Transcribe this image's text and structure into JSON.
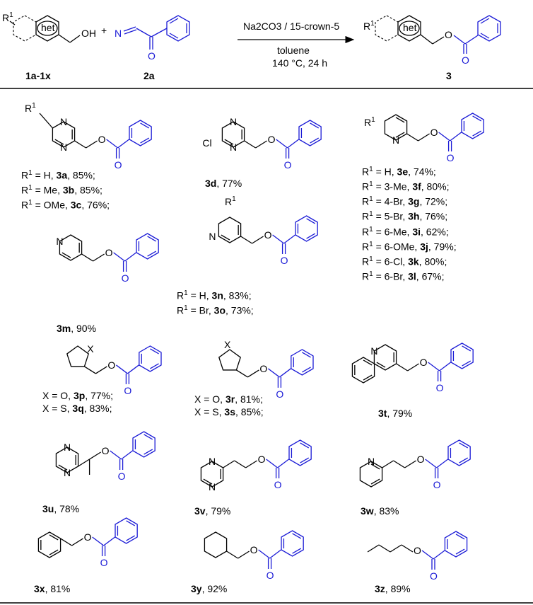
{
  "header": {
    "reagents": "Na2CO3 / 15-crown-5",
    "solvent": "toluene",
    "conditions": "140 °C, 24 h",
    "sm1_label": "1a-1x",
    "sm2_label": "2a",
    "product_label": "3",
    "het": "het",
    "r1": "R",
    "r1_sup": "1"
  },
  "entries": [
    {
      "id": "3a-3c",
      "lines": [
        {
          "r": "R",
          "sup": "1",
          "rest": " = H, ",
          "cmpd": "3a",
          "yield": ", 85%;"
        },
        {
          "r": "R",
          "sup": "1",
          "rest": " = Me, ",
          "cmpd": "3b",
          "yield": ", 85%;"
        },
        {
          "r": "R",
          "sup": "1",
          "rest": " = OMe, ",
          "cmpd": "3c",
          "yield": ", 76%;"
        }
      ]
    },
    {
      "id": "3d",
      "lines": [
        {
          "cmpd": "3d",
          "yield": ", 77%"
        }
      ]
    },
    {
      "id": "3e-3l",
      "lines": [
        {
          "r": "R",
          "sup": "1",
          "rest": " = H, ",
          "cmpd": "3e",
          "yield": ", 74%;"
        },
        {
          "r": "R",
          "sup": "1",
          "rest": " = 3-Me, ",
          "cmpd": "3f",
          "yield": ", 80%;"
        },
        {
          "r": "R",
          "sup": "1",
          "rest": " = 4-Br, ",
          "cmpd": "3g",
          "yield": ", 72%;"
        },
        {
          "r": "R",
          "sup": "1",
          "rest": " = 5-Br, ",
          "cmpd": "3h",
          "yield": ", 76%;"
        },
        {
          "r": "R",
          "sup": "1",
          "rest": " = 6-Me, ",
          "cmpd": "3i",
          "yield": ", 62%;"
        },
        {
          "r": "R",
          "sup": "1",
          "rest": " = 6-OMe, ",
          "cmpd": "3j",
          "yield": ", 79%;"
        },
        {
          "r": "R",
          "sup": "1",
          "rest": " = 6-Cl, ",
          "cmpd": "3k",
          "yield": ", 80%;"
        },
        {
          "r": "R",
          "sup": "1",
          "rest": " = 6-Br, ",
          "cmpd": "3l",
          "yield": ", 67%;"
        }
      ]
    },
    {
      "id": "3m",
      "lines": [
        {
          "cmpd": "3m",
          "yield": ", 90%"
        }
      ]
    },
    {
      "id": "3n-3o",
      "lines": [
        {
          "r": "R",
          "sup": "1",
          "rest": " = H, ",
          "cmpd": "3n",
          "yield": ", 83%;"
        },
        {
          "r": "R",
          "sup": "1",
          "rest": " = Br, ",
          "cmpd": "3o",
          "yield": ", 73%;"
        }
      ]
    },
    {
      "id": "3p-3q",
      "lines": [
        {
          "rest": "X = O, ",
          "cmpd": "3p",
          "yield": ", 77%;"
        },
        {
          "rest": "X = S, ",
          "cmpd": "3q",
          "yield": ", 83%;"
        }
      ]
    },
    {
      "id": "3r-3s",
      "lines": [
        {
          "rest": "X = O, ",
          "cmpd": "3r",
          "yield": ", 81%;"
        },
        {
          "rest": "X = S, ",
          "cmpd": "3s",
          "yield": ", 85%;"
        }
      ]
    },
    {
      "id": "3t",
      "lines": [
        {
          "cmpd": "3t",
          "yield": ", 79%"
        }
      ]
    },
    {
      "id": "3u",
      "lines": [
        {
          "cmpd": "3u",
          "yield": ", 78%"
        }
      ]
    },
    {
      "id": "3v",
      "lines": [
        {
          "cmpd": "3v",
          "yield": ", 79%"
        }
      ]
    },
    {
      "id": "3w",
      "lines": [
        {
          "cmpd": "3w",
          "yield": ", 83%"
        }
      ]
    },
    {
      "id": "3x",
      "lines": [
        {
          "cmpd": "3x",
          "yield": ", 81%"
        }
      ]
    },
    {
      "id": "3y",
      "lines": [
        {
          "cmpd": "3y",
          "yield": ", 92%"
        }
      ]
    },
    {
      "id": "3z",
      "lines": [
        {
          "cmpd": "3z",
          "yield": ", 89%"
        }
      ]
    }
  ],
  "atoms": {
    "N": "N",
    "O": "O",
    "Cl": "Cl",
    "X": "X",
    "OH": "OH"
  },
  "colors": {
    "ink": "#000000",
    "benzoyl_blue": "#1a1ad6"
  }
}
